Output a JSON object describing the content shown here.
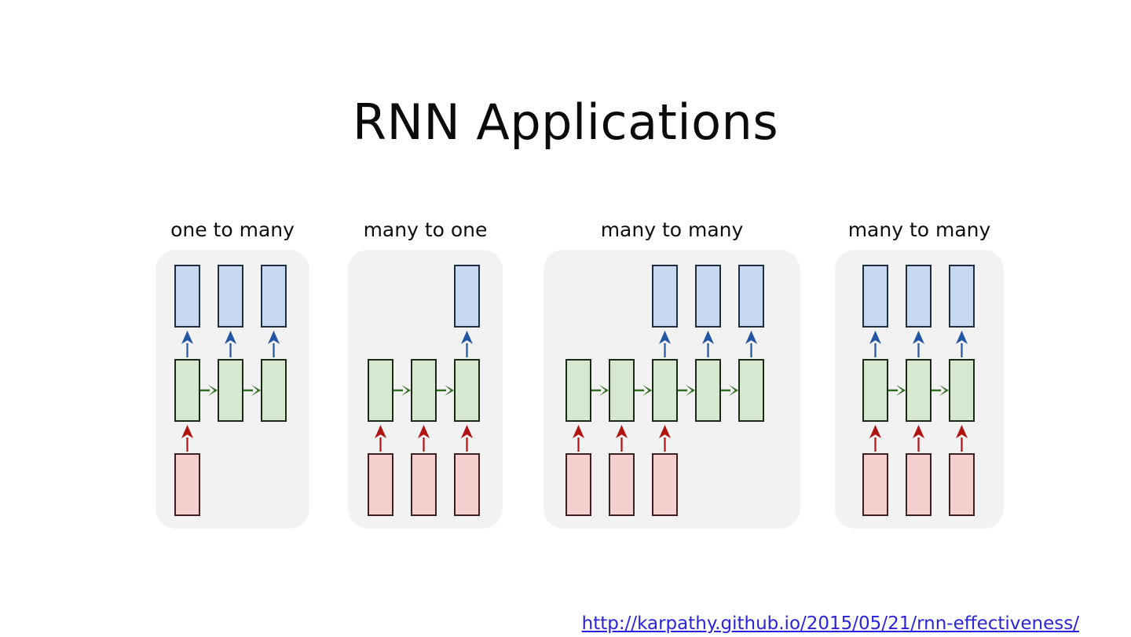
{
  "slide": {
    "title": "RNN Applications",
    "background_color": "#ffffff",
    "title_color": "#0b0b0b"
  },
  "colors": {
    "panel_background": "#f2f2f2",
    "output_fill": "#c6d9f1",
    "output_border": "#1f2d3d",
    "hidden_fill": "#d7e8d0",
    "hidden_border": "#1b2a18",
    "input_fill": "#f6cfcf",
    "input_border": "#3d2020",
    "output_arrow": "#2255a4",
    "hidden_arrow": "#2e6b1f",
    "input_arrow": "#b11212",
    "link": "#2a22dd"
  },
  "diagrams": [
    {
      "id": "one-to-many",
      "label": "one to many",
      "timesteps": 3,
      "input_positions": [
        1
      ],
      "hidden_positions": [
        1,
        2,
        3
      ],
      "output_positions": [
        1,
        2,
        3
      ],
      "recurrent_arrows": [
        1,
        2
      ]
    },
    {
      "id": "many-to-one",
      "label": "many to one",
      "timesteps": 3,
      "input_positions": [
        1,
        2,
        3
      ],
      "hidden_positions": [
        1,
        2,
        3
      ],
      "output_positions": [
        3
      ],
      "recurrent_arrows": [
        1,
        2
      ]
    },
    {
      "id": "many-to-many-encoder-decoder",
      "label": "many to many",
      "timesteps": 5,
      "input_positions": [
        1,
        2,
        3
      ],
      "hidden_positions": [
        1,
        2,
        3,
        4,
        5
      ],
      "output_positions": [
        3,
        4,
        5
      ],
      "recurrent_arrows": [
        1,
        2,
        3,
        4
      ]
    },
    {
      "id": "many-to-many-synced",
      "label": "many to many",
      "timesteps": 3,
      "input_positions": [
        1,
        2,
        3
      ],
      "hidden_positions": [
        1,
        2,
        3
      ],
      "output_positions": [
        1,
        2,
        3
      ],
      "recurrent_arrows": [
        1,
        2
      ]
    }
  ],
  "footer": {
    "source_url": "http://karpathy.github.io/2015/05/21/rnn-effectiveness/"
  }
}
